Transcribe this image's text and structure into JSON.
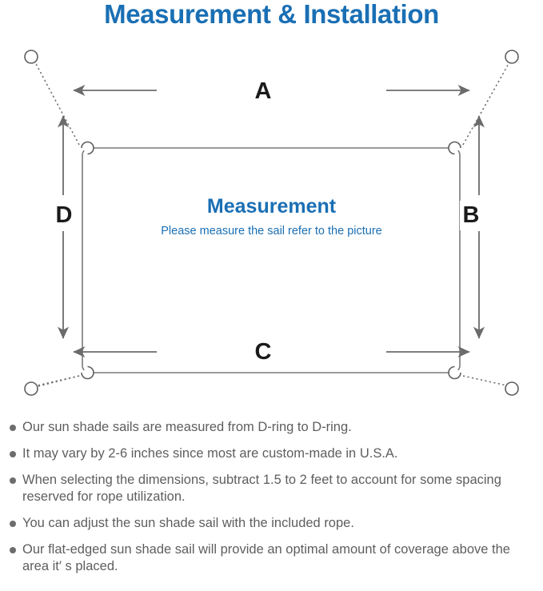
{
  "page": {
    "title": "Measurement & Installation",
    "title_color": "#1a6fb4"
  },
  "diagram": {
    "center_title": "Measurement",
    "center_subtitle": "Please measure the sail refer to the picture",
    "labels": {
      "top": "A",
      "right": "B",
      "bottom": "C",
      "left": "D"
    },
    "line_color": "#6b6b6b",
    "sail_outline_color": "#7a7a7a",
    "corner_ring_label": "d-ring",
    "anchor_point_label": "anchor-point",
    "rope_style": "dotted"
  },
  "notes": [
    "Our sun shade sails are measured from D-ring to D-ring.",
    "It may vary by 2-6 inches since most are custom-made in U.S.A.",
    "When selecting the dimensions, subtract 1.5 to 2 feet to account for some spacing reserved for rope utilization.",
    "You can adjust the sun shade sail with the included rope.",
    "Our flat-edged sun shade sail will provide an optimal amount of coverage above the area it′ s placed."
  ]
}
